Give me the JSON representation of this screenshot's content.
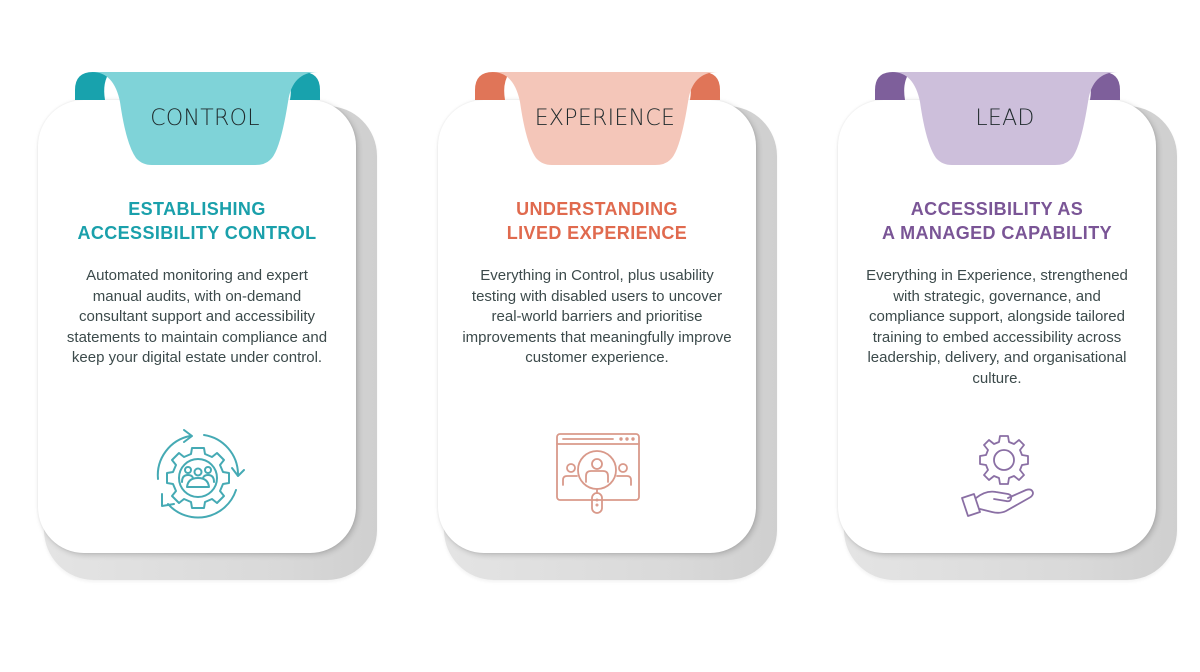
{
  "cards": [
    {
      "tab_label": "CONTROL",
      "heading_line1": "ESTABLISHING",
      "heading_line2": "ACCESSIBILITY CONTROL",
      "body": "Automated monitoring and expert manual audits, with on-demand consultant support and accessibility statements to maintain compliance and keep your digital estate under control.",
      "icon": "gear-team-cycle-icon",
      "colors": {
        "ribbon": "#7fd3d8",
        "ribbon_curl": "#18a2ad",
        "accent": "#1aa0ab",
        "icon": "#45aab4"
      }
    },
    {
      "tab_label": "EXPERIENCE",
      "heading_line1": "UNDERSTANDING",
      "heading_line2": "LIVED EXPERIENCE",
      "body": "Everything in Control, plus usability testing with disabled users to uncover real-world barriers and prioritise improvements that meaningfully improve customer experience.",
      "icon": "user-research-magnifier-icon",
      "colors": {
        "ribbon": "#f4c6b9",
        "ribbon_curl": "#e07558",
        "accent": "#e06a4e",
        "icon": "#d9998a"
      }
    },
    {
      "tab_label": "LEAD",
      "heading_line1": "ACCESSIBILITY AS",
      "heading_line2": "A MANAGED CAPABILITY",
      "body": "Everything in Experience, strengthened with strategic, governance, and compliance support, alongside tailored training to embed accessibility across leadership, delivery, and organisational culture.",
      "icon": "hand-gear-icon",
      "colors": {
        "ribbon": "#cdbfdb",
        "ribbon_curl": "#7e5f9b",
        "accent": "#7a5596",
        "icon": "#8a6fa4"
      }
    }
  ]
}
